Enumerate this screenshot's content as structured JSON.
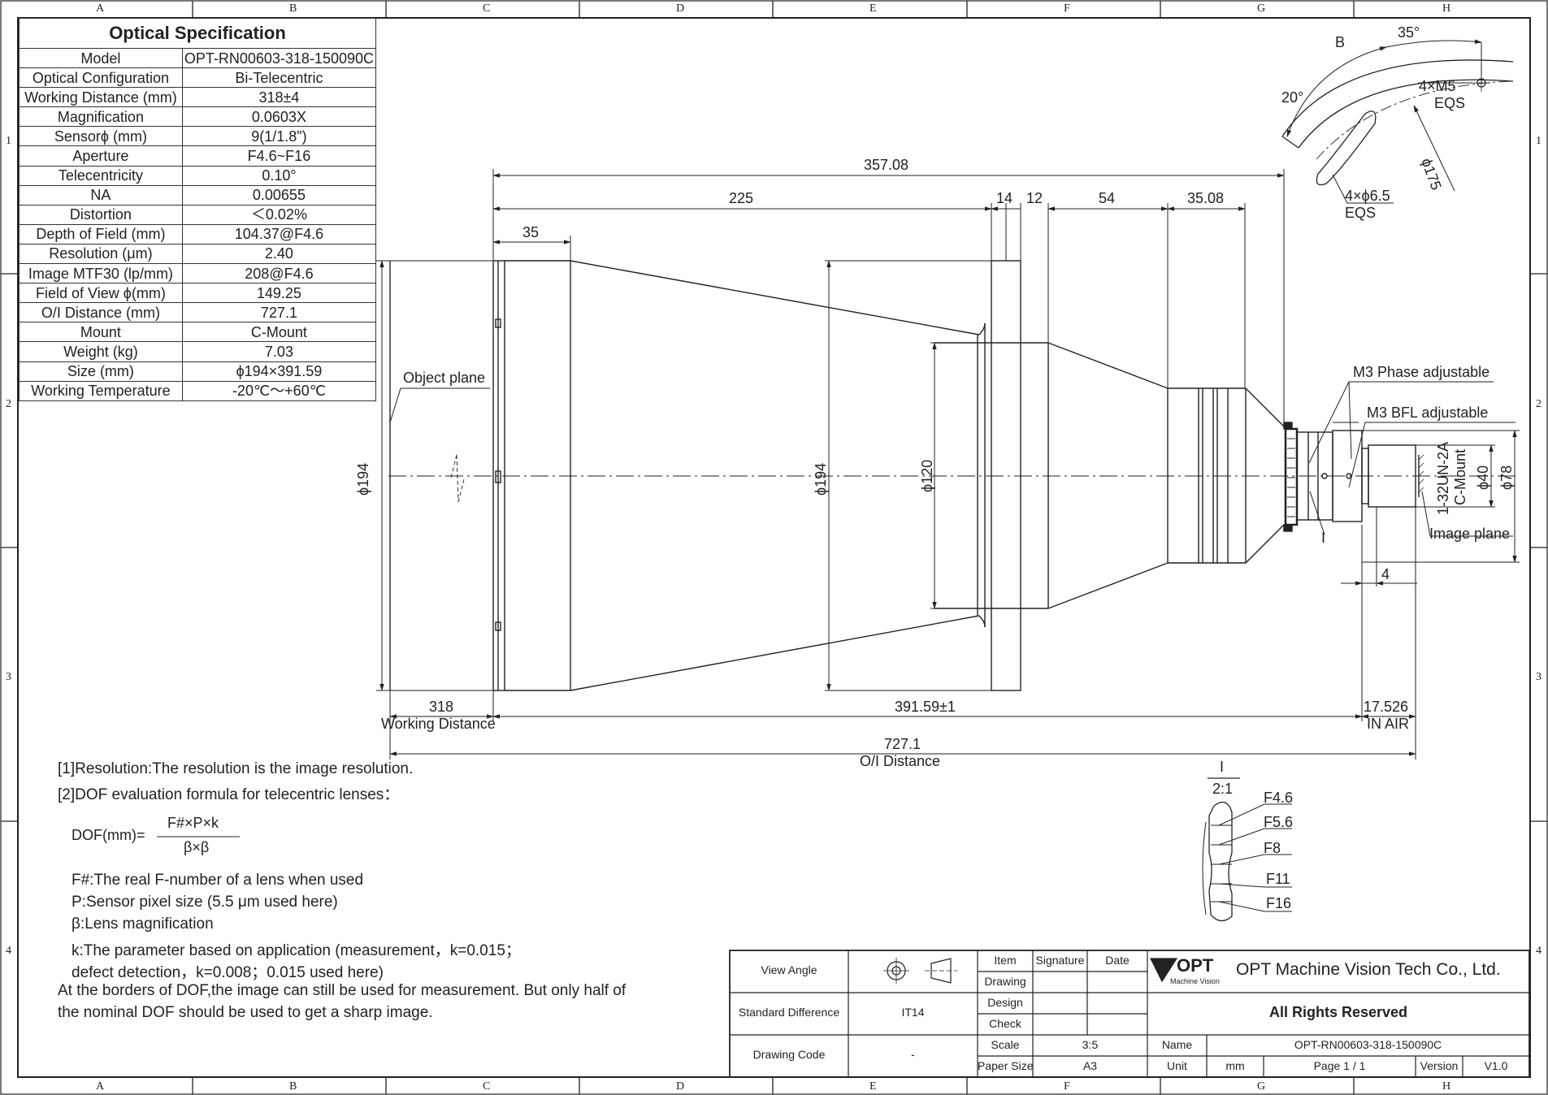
{
  "grid": {
    "columns": [
      "A",
      "B",
      "C",
      "D",
      "E",
      "F",
      "G",
      "H"
    ],
    "rows": [
      "1",
      "2",
      "3",
      "4"
    ]
  },
  "spec_table": {
    "title": "Optical Specification",
    "rows": [
      {
        "label": "Model",
        "value": "OPT-RN00603-318-150090C"
      },
      {
        "label": "Optical Configuration",
        "value": "Bi-Telecentric"
      },
      {
        "label": "Working Distance (mm)",
        "value": "318±4"
      },
      {
        "label": "Magnification",
        "value": "0.0603X"
      },
      {
        "label": "Sensorϕ (mm)",
        "value": "9(1/1.8\")"
      },
      {
        "label": "Aperture",
        "value": "F4.6~F16"
      },
      {
        "label": "Telecentricity",
        "value": "0.10°"
      },
      {
        "label": "NA",
        "value": "0.00655"
      },
      {
        "label": "Distortion",
        "value": "＜0.02%"
      },
      {
        "label": "Depth of Field (mm)",
        "value": "104.37@F4.6"
      },
      {
        "label": "Resolution (μm)",
        "value": "2.40"
      },
      {
        "label": "Image MTF30 (lp/mm)",
        "value": "208@F4.6"
      },
      {
        "label": "Field of View ϕ(mm)",
        "value": "149.25"
      },
      {
        "label": "O/I Distance (mm)",
        "value": "727.1"
      },
      {
        "label": "Mount",
        "value": "C-Mount"
      },
      {
        "label": "Weight (kg)",
        "value": "7.03"
      },
      {
        "label": "Size (mm)",
        "value": "ϕ194×391.59"
      },
      {
        "label": "Working Temperature",
        "value": "-20℃～+60℃"
      }
    ]
  },
  "dims": {
    "total": "357.08",
    "d225": "225",
    "d14": "14",
    "d12": "12",
    "d54": "54",
    "d3508": "35.08",
    "d35": "35",
    "d318": "318",
    "working_distance": "Working Distance",
    "body": "391.59±1",
    "bfl": "17.526",
    "in_air": "IN AIR",
    "oi": "727.1",
    "oi_label": "O/I Distance",
    "phi194a": "ϕ194",
    "phi194b": "ϕ194",
    "phi120": "ϕ120",
    "phi40": "ϕ40",
    "phi78": "ϕ78",
    "d4": "4",
    "thread": "1-32UN-2A",
    "cmount": "C-Mount"
  },
  "labels": {
    "object_plane": "Object plane",
    "image_plane": "Image plane",
    "m3_phase": "M3 Phase adjustable",
    "m3_bfl": "M3 BFL adjustable",
    "detail_I": "I",
    "view_B": "B",
    "angle35": "35°",
    "angle20": "20°",
    "m5": "4×M5",
    "eqs1": "EQS",
    "hole": "4×ϕ6.5",
    "eqs2": "EQS",
    "phi175": "ϕ175",
    "detail_title": "I",
    "detail_scale": "2:1",
    "fstops": [
      "F4.6",
      "F5.6",
      "F8",
      "F11",
      "F16"
    ]
  },
  "notes": {
    "n1": "[1]Resolution:The resolution is  the image resolution.",
    "n2": "[2]DOF evaluation formula for telecentric lenses：",
    "dof_lhs": "DOF(mm)=",
    "dof_num": "F#×P×k",
    "dof_den": "β×β",
    "f": "F#:The real F-number of a lens when used",
    "p": "P:Sensor pixel size (5.5 μm used here)",
    "b": "β:Lens magnification",
    "k1": "k:The parameter based on application (measurement，k=0.015；",
    "k2": "defect detection，k=0.008；0.015 used here)",
    "a1": "At the borders of DOF,the image can still be used for measurement. But only half of",
    "a2": "the nominal DOF should be used to get a sharp image."
  },
  "title_block": {
    "view_angle": "View Angle",
    "standard_difference": "Standard Difference",
    "std_value": "IT14",
    "drawing_code": "Drawing Code",
    "code_value": "-",
    "item": "Item",
    "signature": "Signature",
    "date": "Date",
    "drawing": "Drawing",
    "design": "Design",
    "check": "Check",
    "scale": "Scale",
    "scale_value": "3:5",
    "paper_size": "Paper Size",
    "paper_value": "A3",
    "logo": "OPT",
    "logo_sub": "Machine Vision",
    "company": "OPT Machine Vision Tech Co., Ltd.",
    "rights": "All Rights Reserved",
    "name": "Name",
    "name_value": "OPT-RN00603-318-150090C",
    "unit": "Unit",
    "unit_value": "mm",
    "page": "Page  1 / 1",
    "version": "Version",
    "version_value": "V1.0"
  }
}
